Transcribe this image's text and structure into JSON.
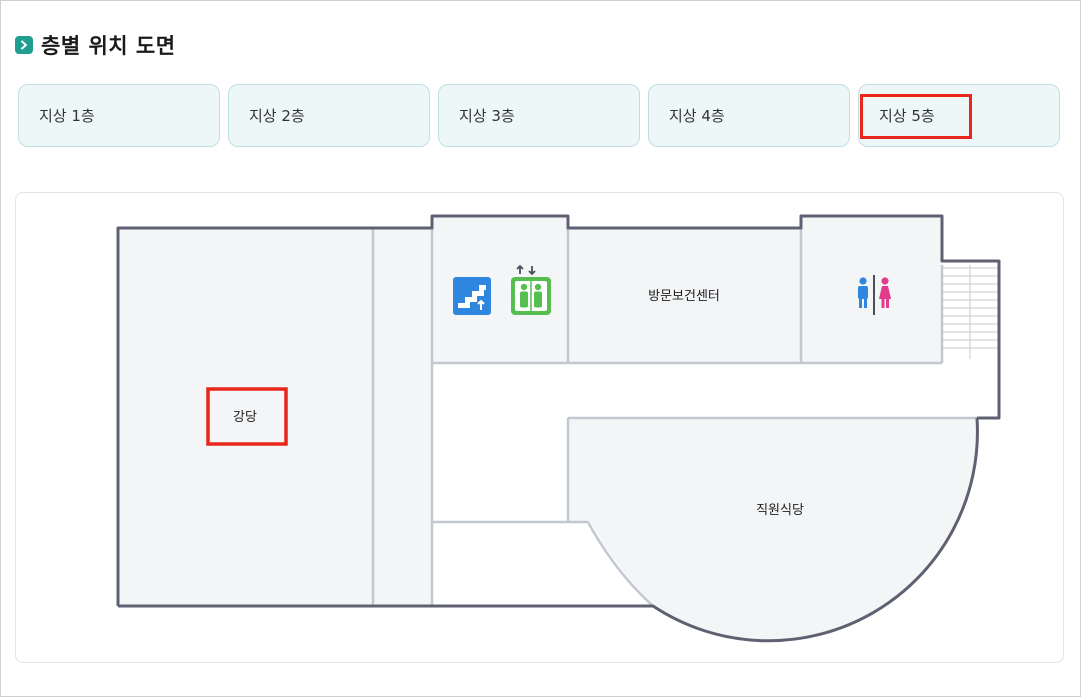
{
  "section": {
    "title": "층별 위치 도면",
    "title_icon": "chevron-right-icon",
    "accent_color": "#1f9e8f"
  },
  "tabs": [
    {
      "label": "지상 1층",
      "selected": false
    },
    {
      "label": "지상 2층",
      "selected": false
    },
    {
      "label": "지상 3층",
      "selected": false
    },
    {
      "label": "지상 4층",
      "selected": false
    },
    {
      "label": "지상 5층",
      "selected": true
    }
  ],
  "floorplan": {
    "rooms": {
      "auditorium": "강당",
      "health_center": "방문보건센터",
      "cafeteria": "직원식당"
    },
    "icons": [
      "stairs-icon",
      "elevator-icon",
      "restroom-icon"
    ],
    "highlight_color": "#e8261c"
  }
}
